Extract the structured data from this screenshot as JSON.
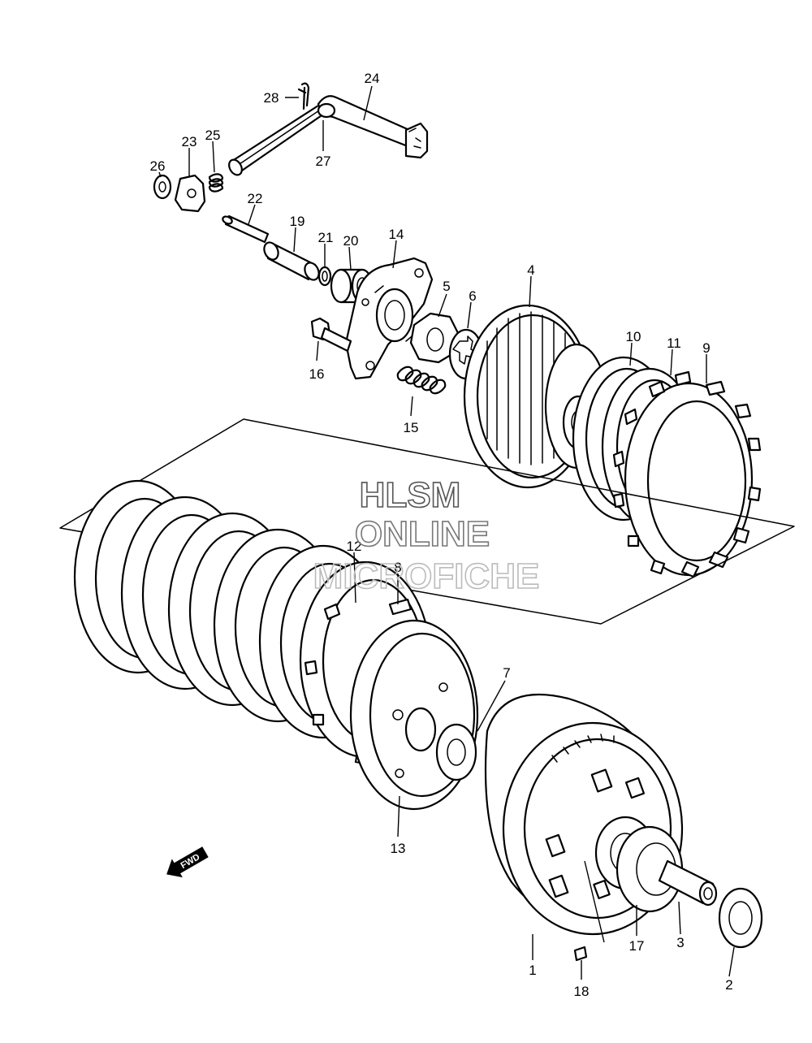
{
  "watermark": {
    "line1": "HLSM",
    "line2": "ONLINE",
    "line3": "MICROFICHE",
    "color1": "#555555",
    "color2": "#777777",
    "color3": "#bbbbbb"
  },
  "direction_marker": {
    "label": "FWD"
  },
  "callouts": {
    "c1": "1",
    "c2": "2",
    "c3": "3",
    "c4": "4",
    "c5": "5",
    "c6": "6",
    "c7": "7",
    "c8": "8",
    "c9": "9",
    "c10": "10",
    "c11": "11",
    "c12": "12",
    "c13": "13",
    "c14": "14",
    "c15": "15",
    "c16": "16",
    "c17": "17",
    "c18": "18",
    "c19": "19",
    "c20": "20",
    "c21": "21",
    "c22": "22",
    "c23": "23",
    "c24": "24",
    "c25": "25",
    "c26": "26",
    "c27": "27",
    "c28": "28"
  }
}
